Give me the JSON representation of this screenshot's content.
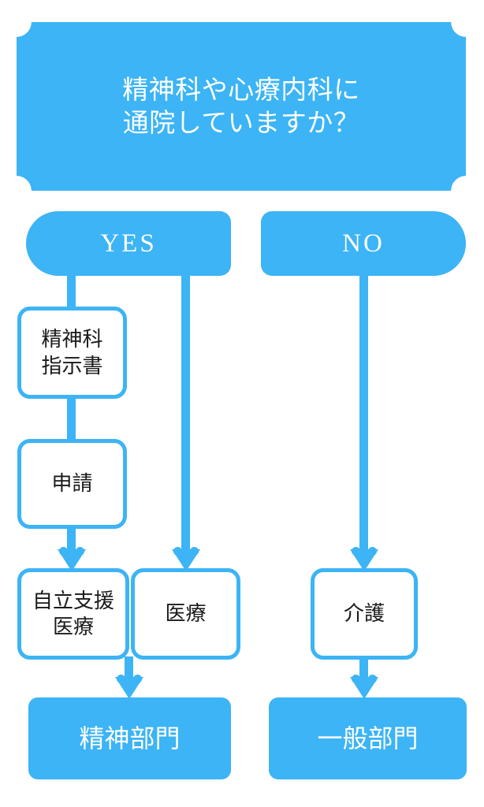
{
  "diagram": {
    "title_text": "精神科や心療内科に\n通院していますか？",
    "colors": {
      "accent": "#3cb4f5",
      "background": "#ffffff",
      "text_on_accent": "#ffffff",
      "text_dark": "#1a1a1a"
    },
    "question": {
      "label": "精神科や心療内科に\n通院していますか？"
    },
    "branches": {
      "yes_label": "YES",
      "no_label": "NO"
    },
    "nodes": {
      "shinka_shijisho": "精神科\n指示書",
      "shinsei": "申請",
      "jiritsu_shien_iryo": "自立支援\n医療",
      "iryo": "医療",
      "kaigo": "介護",
      "seishin_bumon": "精神部門",
      "ippan_bumon": "一般部門"
    }
  },
  "chart_data": {
    "type": "diagram",
    "title": "精神科や心療内科に通院していますか？",
    "nodes": [
      {
        "id": "q",
        "label": "精神科や心療内科に通院していますか？",
        "shape": "banner-concave",
        "fill": "#3cb4f5"
      },
      {
        "id": "yes",
        "label": "YES",
        "shape": "pill-left",
        "fill": "#3cb4f5"
      },
      {
        "id": "no",
        "label": "NO",
        "shape": "pill-right",
        "fill": "#3cb4f5"
      },
      {
        "id": "shijisho",
        "label": "精神科指示書",
        "shape": "rounded-rect",
        "fill": "#ffffff",
        "stroke": "#3cb4f5"
      },
      {
        "id": "shinsei",
        "label": "申請",
        "shape": "rounded-rect",
        "fill": "#ffffff",
        "stroke": "#3cb4f5"
      },
      {
        "id": "jiritsu",
        "label": "自立支援医療",
        "shape": "rounded-rect",
        "fill": "#ffffff",
        "stroke": "#3cb4f5"
      },
      {
        "id": "iryo",
        "label": "医療",
        "shape": "rounded-rect",
        "fill": "#ffffff",
        "stroke": "#3cb4f5"
      },
      {
        "id": "kaigo",
        "label": "介護",
        "shape": "rounded-rect",
        "fill": "#ffffff",
        "stroke": "#3cb4f5"
      },
      {
        "id": "seishin",
        "label": "精神部門",
        "shape": "rounded-rect",
        "fill": "#3cb4f5"
      },
      {
        "id": "ippan",
        "label": "一般部門",
        "shape": "rounded-rect",
        "fill": "#3cb4f5"
      }
    ],
    "edges": [
      {
        "from": "q",
        "to": "yes",
        "arrow": false
      },
      {
        "from": "q",
        "to": "no",
        "arrow": false
      },
      {
        "from": "yes",
        "to": "shijisho",
        "arrow": false
      },
      {
        "from": "shijisho",
        "to": "shinsei",
        "arrow": false
      },
      {
        "from": "shinsei",
        "to": "jiritsu",
        "arrow": true
      },
      {
        "from": "yes",
        "to": "iryo",
        "arrow": true
      },
      {
        "from": "no",
        "to": "kaigo",
        "arrow": true
      },
      {
        "from": "jiritsu",
        "to": "seishin",
        "arrow": true
      },
      {
        "from": "iryo",
        "to": "seishin",
        "arrow": true
      },
      {
        "from": "kaigo",
        "to": "ippan",
        "arrow": true
      }
    ]
  }
}
